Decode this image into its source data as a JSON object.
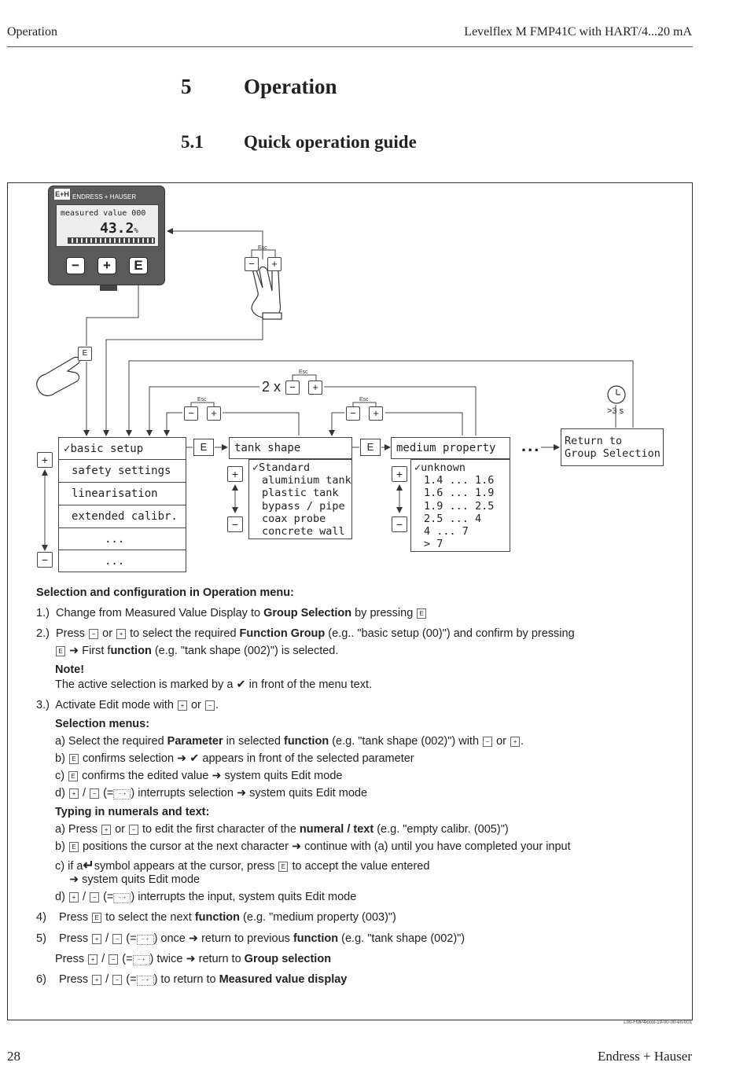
{
  "header": {
    "left": "Operation",
    "right": "Levelflex M FMP41C with HART/4...20 mA"
  },
  "chapter": {
    "number": "5",
    "title": "Operation"
  },
  "section": {
    "number": "5.1",
    "title": "Quick operation guide"
  },
  "figure": {
    "code": "L00-FMP4xxxx-19-00-00-en-001",
    "device": {
      "brand": "ENDRESS + HAUSER",
      "logo": "E+H",
      "lcd_line1": "measured value   000",
      "lcd_value": "43.2",
      "lcd_unit": "%",
      "buttons": [
        "−",
        "+",
        "E"
      ]
    },
    "keys": {
      "minus": "−",
      "plus": "+",
      "e": "E",
      "esc": "Esc"
    },
    "twice_label": "2 x",
    "timeout_label": ">3 s",
    "group_menu": [
      "basic setup",
      "safety settings",
      "linearisation",
      "extended calibr.",
      "...",
      "..."
    ],
    "tank_shape": {
      "title": "tank shape",
      "options": [
        "Standard",
        "aluminium tank",
        "plastic tank",
        "bypass / pipe",
        "coax probe",
        "concrete wall"
      ]
    },
    "medium_property": {
      "title": "medium property",
      "options": [
        "unknown",
        "1.4 ... 1.6",
        "1.6 ... 1.9",
        "1.9 ... 2.5",
        "2.5 ... 4",
        "4 ... 7",
        "> 7"
      ]
    },
    "ellipsis": "...",
    "return_box": [
      "Return to",
      "Group Selection"
    ]
  },
  "instructions": {
    "heading": "Selection and configuration in Operation menu:",
    "s1_num": "1.)",
    "s1_a": "Change from Measured Value Display to ",
    "s1_b": "Group Selection",
    "s1_c": " by pressing",
    "s2_num": "2.)",
    "s2_a": "Press",
    "s2_b": "or",
    "s2_c": "to select the required ",
    "s2_d": "Function Group",
    "s2_e": " (e.g.. \"basic setup (00)\") and confirm by pressing",
    "s2_f": "➜ First f",
    "s2_g": "unction",
    "s2_h": " (e.g. \"tank shape (002)\") is selected.",
    "note_head": "Note!",
    "note_a": "The active selection is marked by a ",
    "note_b": "✔",
    "note_c": "  in front of the menu text.",
    "s3_num": "3.)",
    "s3_a": "Activate Edit mode with",
    "s3_b": "or",
    "s3_c": ".",
    "sel_head": "Selection menus:",
    "sa_a": "a) Select the required ",
    "sa_b": "Parameter",
    "sa_c": " in selected ",
    "sa_d": "function",
    "sa_e": " (e.g. \"tank shape (002)\") with",
    "sa_f": "or",
    "sa_g": ".",
    "sb_a": "b)",
    "sb_b": "confirms selection ➜ ",
    "sb_c": "✔",
    "sb_d": " appears in front of the selected parameter",
    "sc_a": "c)",
    "sc_b": "confirms the edited value ➜ system quits Edit mode",
    "sd_a": "d)",
    "sd_b": "/",
    "sd_c": "(=",
    "sd_d": ") interrupts selection ➜ system quits Edit mode",
    "typ_head": "Typing in numerals and text:",
    "ta_a": "a) Press",
    "ta_b": "or",
    "ta_c": "to edit the first character of the ",
    "ta_d": "numeral / text",
    "ta_e": " (e.g. \"empty calibr. (005)\")",
    "tb_a": "b)",
    "tb_b": "positions the cursor at the next character ➜ continue with (a) until you have completed your input",
    "tc_a": "c) if a",
    "tc_b": "↵",
    "tc_c": "symbol appears at the cursor, press",
    "tc_d": "to accept the value entered",
    "tc_e": "➜ system quits Edit mode",
    "td_a": "d)",
    "td_b": "/",
    "td_c": "(=",
    "td_d": ") interrupts the input,  system quits Edit mode",
    "s4_num": "4)",
    "s4_a": "Press",
    "s4_b": "to select the next ",
    "s4_c": "function",
    "s4_d": " (e.g. \"medium property (003)\")",
    "s5_num": "5)",
    "s5_a": "Press",
    "s5_b": "/",
    "s5_c": "(=",
    "s5_d": ") once ➜ return to previous ",
    "s5_e": "function",
    "s5_f": " (e.g. \"tank shape (002)\")",
    "s5b_a": "Press",
    "s5b_b": "/",
    "s5b_c": "(=",
    "s5b_d": ") twice ➜ return to ",
    "s5b_e": "Group selection",
    "s6_num": "6)",
    "s6_a": "Press",
    "s6_b": "/",
    "s6_c": "(=",
    "s6_d": ") to return to ",
    "s6_e": "Measured value display"
  },
  "footer": {
    "page": "28",
    "brand": "Endress + Hauser"
  }
}
